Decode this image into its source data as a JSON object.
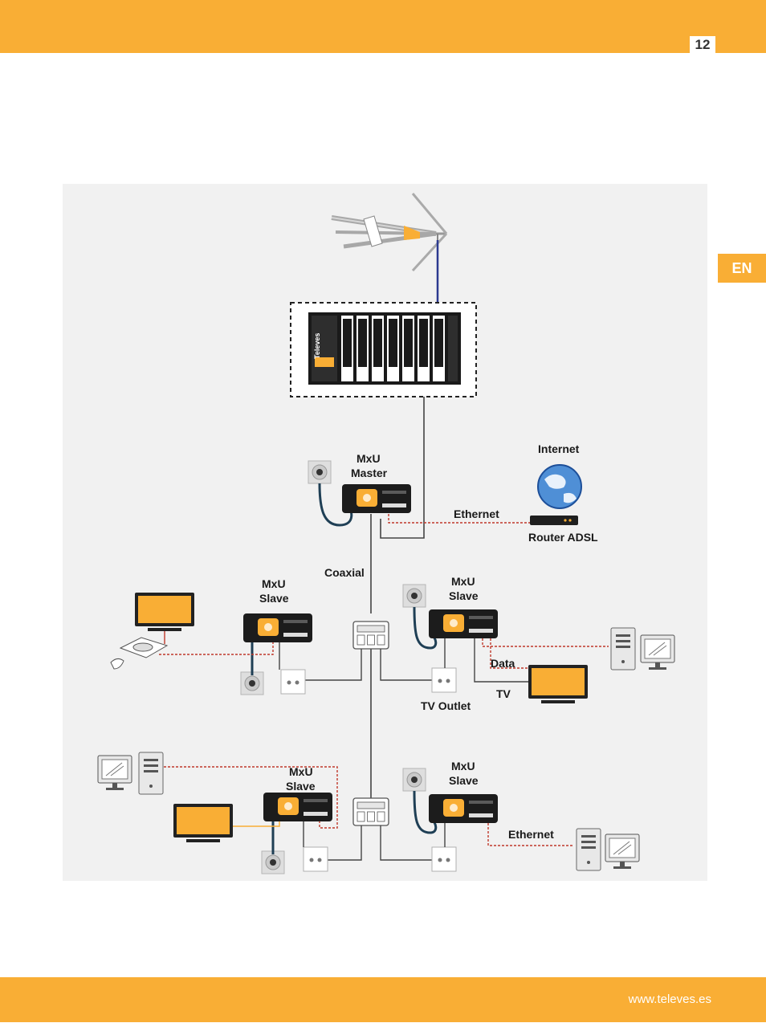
{
  "header": {
    "page_number": "12"
  },
  "side_tab": {
    "language": "EN"
  },
  "footer": {
    "url": "www.televes.es"
  },
  "diagram": {
    "labels": {
      "internet": "Internet",
      "router": "Router ADSL",
      "master_line1": "MxU",
      "master_line2": "Master",
      "ethernet_top": "Ethernet",
      "coaxial": "Coaxial",
      "slave_left_line1": "MxU",
      "slave_left_line2": "Slave",
      "slave_right_line1": "MxU",
      "slave_right_line2": "Slave",
      "data": "Data",
      "tv": "TV",
      "tv_outlet": "TV Outlet",
      "slave_bl_line1": "MxU",
      "slave_bl_line2": "Slave",
      "slave_br_line1": "MxU",
      "slave_br_line2": "Slave",
      "ethernet_bottom": "Ethernet"
    },
    "brand_mark": "Televes",
    "colors": {
      "accent": "#f9ae35",
      "ethernet_line": "#c0392b",
      "coax_line": "#333333",
      "antenna_feed": "#2b3990"
    }
  }
}
